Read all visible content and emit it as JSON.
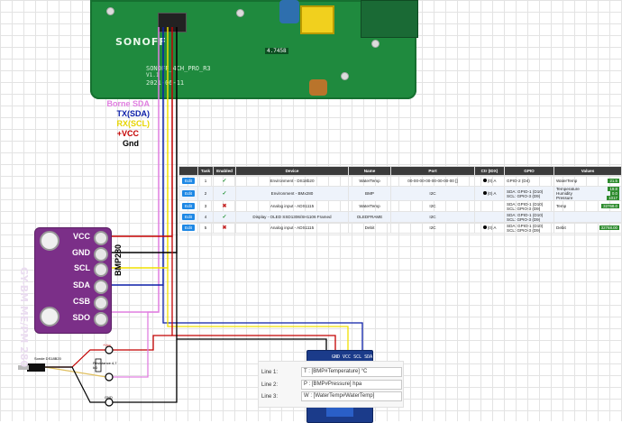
{
  "pcb": {
    "brand": "SONOFF",
    "model": "SONOFF_4CH_PRO_R3",
    "version": "V1.1",
    "date": "2021-06-11",
    "chip_label": "4.7458"
  },
  "wire_labels": {
    "sda_pin": "Borne SDA",
    "tx": "TX(SDA)",
    "rx": "RX(SCL)",
    "vcc": "+VCC",
    "gnd": "Gnd"
  },
  "colors": {
    "violet": "#e07fe0",
    "blue": "#0b1ea8",
    "yellow": "#f0e000",
    "red": "#c40000",
    "black": "#000000",
    "green_pcb": "#1f8a3e"
  },
  "bmp280": {
    "pins": [
      "VCC",
      "GND",
      "SCL",
      "SDA",
      "CSB",
      "SDO"
    ],
    "board_text": "GY-BM ME/PM 280",
    "side_label": "BMP280"
  },
  "ds18b20": {
    "sensor_label": "Sonde DS18B20",
    "vcc_label": "+Vcc",
    "resistor_label": "Résistance 4,7 kΩ",
    "gnd_label": "GND"
  },
  "table": {
    "headers": [
      "",
      "Task",
      "Enabled",
      "Device",
      "Name",
      "Port",
      "Ctr (IDX)",
      "GPIO",
      "Values"
    ],
    "rows": [
      {
        "edit": "Edit",
        "task": "1",
        "enabled": "✓",
        "enabled_state": "on",
        "device": "Environment - DS18b20",
        "name": "WaterTemp",
        "port": "00-00-00-00-00-00-00-00 []",
        "ctr": "(0) A",
        "gpio": "GPIO-2 (D4)",
        "value_names": [
          "WaterTemp"
        ],
        "values": [
          "21.5"
        ]
      },
      {
        "edit": "Edit",
        "task": "2",
        "enabled": "✓",
        "enabled_state": "on",
        "device": "Environment - BMx280",
        "name": "BMP",
        "port": "I2C",
        "ctr": "(0) A",
        "gpio": "SDA: GPIO-1 (D10)\nSCL: GPIO-3 (D9)",
        "value_names": [
          "Temperature",
          "Humidity",
          "Pressure"
        ],
        "values": [
          "19.8",
          "0.0",
          "1017"
        ]
      },
      {
        "edit": "Edit",
        "task": "3",
        "enabled": "✖",
        "enabled_state": "off",
        "device": "Analog input - ADS1115",
        "name": "WaterTemp",
        "port": "I2C",
        "ctr": "",
        "gpio": "SDA: GPIO-1 (D10)\nSCL: GPIO-3 (D9)",
        "value_names": [
          "Temp"
        ],
        "values": [
          "32768.0"
        ]
      },
      {
        "edit": "Edit",
        "task": "4",
        "enabled": "✓",
        "enabled_state": "on",
        "device": "Display - OLED SSD1306/SH1106 Framed",
        "name": "OLEDFRAME",
        "port": "I2C",
        "ctr": "",
        "gpio": "SDA: GPIO-1 (D10)\nSCL: GPIO-3 (D9)",
        "value_names": [],
        "values": []
      },
      {
        "edit": "Edit",
        "task": "5",
        "enabled": "✖",
        "enabled_state": "off",
        "device": "Analog input - ADS1115",
        "name": "Debit",
        "port": "I2C",
        "ctr": "(0) A",
        "gpio": "SDA: GPIO-1 (D10)\nSCL: GPIO-3 (D9)",
        "value_names": [
          "Debit"
        ],
        "values": [
          "32768.00"
        ]
      }
    ]
  },
  "oled": {
    "header_text": "GND VCC SCL SDA"
  },
  "oled_lines": [
    {
      "label": "Line 1:",
      "value": "T : [BMP#Temperature] °C"
    },
    {
      "label": "Line 2:",
      "value": "P : [BMP#Pressure] hpa"
    },
    {
      "label": "Line 3:",
      "value": "W : [WaterTemp#WaterTemp]"
    }
  ]
}
